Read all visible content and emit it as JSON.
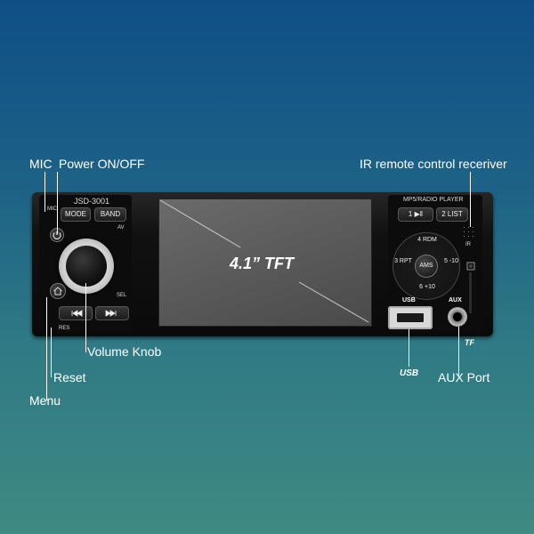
{
  "callouts": {
    "mic": "MIC",
    "power": "Power ON/OFF",
    "ir": "IR remote control receriver",
    "volume": "Volume Knob",
    "reset": "Reset",
    "menu": "Menu",
    "usb": "USB",
    "aux": "AUX Port"
  },
  "device": {
    "model": "JSD-3001",
    "mic_label": "MIC",
    "sel_label": "SEL",
    "res_label": "RES",
    "av_label": "AV",
    "mode_label": "MODE",
    "band_label": "BAND",
    "player_label": "MP5/RADIO PLAYER",
    "btn1_label": "1 ▶‖",
    "btn2_label": "2 LIST",
    "ir_label": "IR",
    "screen_label": "4.1” TFT",
    "dpad": {
      "top": "4 RDM",
      "left": "3 RPT",
      "right": "5 -10",
      "bottom": "6 +10",
      "center": "AMS"
    },
    "usb_port_label": "USB",
    "aux_port_label": "AUX",
    "tf_label": "TF"
  }
}
